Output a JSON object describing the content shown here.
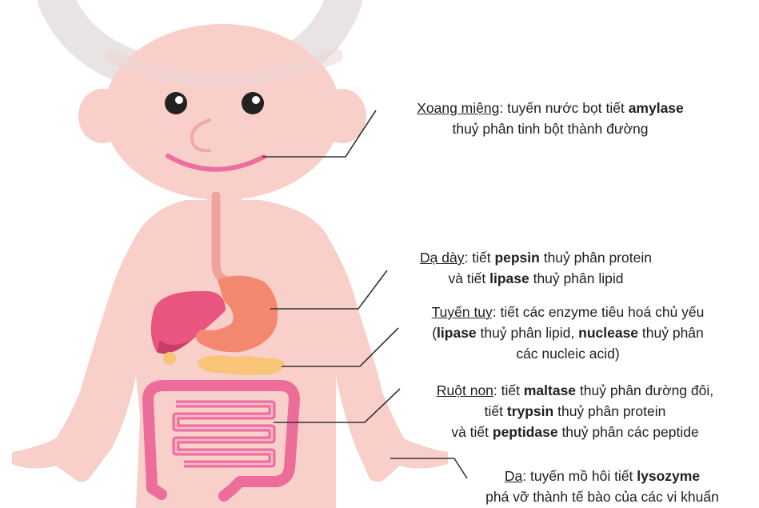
{
  "colors": {
    "skin": "#f8cfc9",
    "skin_shade": "#f5c2bb",
    "hat_ring": "#e9e3e3",
    "mouth": "#e96fa3",
    "liver": "#e8557f",
    "liver_dark": "#c93e67",
    "stomach": "#f4876f",
    "pancreas": "#f8c477",
    "esophagus": "#f0a39a",
    "intestine": "#ec6c9a",
    "intestine_inner": "#f39cbb",
    "eye": "#222222",
    "leader": "#333333"
  },
  "labels": {
    "mouth": {
      "term": "Xoang miệng",
      "l1a": ": tuyến nước bọt tiết ",
      "l1b": "amylase",
      "l2": "thuỷ phân tinh bột thành đường"
    },
    "stomach": {
      "term": "Dạ dày",
      "l1a": ": tiết ",
      "l1b": "pepsin",
      "l1c": " thuỷ phân protein",
      "l2a": "và tiết ",
      "l2b": "lipase",
      "l2c": " thuỷ phân lipid"
    },
    "pancreas": {
      "term": "Tuyến tuỵ",
      "l1": ": tiết các enzyme tiêu hoá chủ yếu",
      "l2a": "(",
      "l2b": "lipase",
      "l2c": " thuỷ phân lipid, ",
      "l2d": "nuclease",
      "l2e": " thuỷ phân",
      "l3": "các nucleic acid)"
    },
    "small_intestine": {
      "term": "Ruột non",
      "l1a": ": tiết ",
      "l1b": "maltase",
      "l1c": " thuỷ phân đường đôi,",
      "l2a": "tiết ",
      "l2b": "trypsin",
      "l2c": " thuỷ phân protein",
      "l3a": "và tiết ",
      "l3b": "peptidase",
      "l3c": " thuỷ phân các peptide"
    },
    "skin": {
      "term": "Da",
      "l1a": ": tuyến mồ hôi tiết ",
      "l1b": "lysozyme",
      "l2": "phá vỡ thành tế bào của các vi khuẩn"
    }
  }
}
